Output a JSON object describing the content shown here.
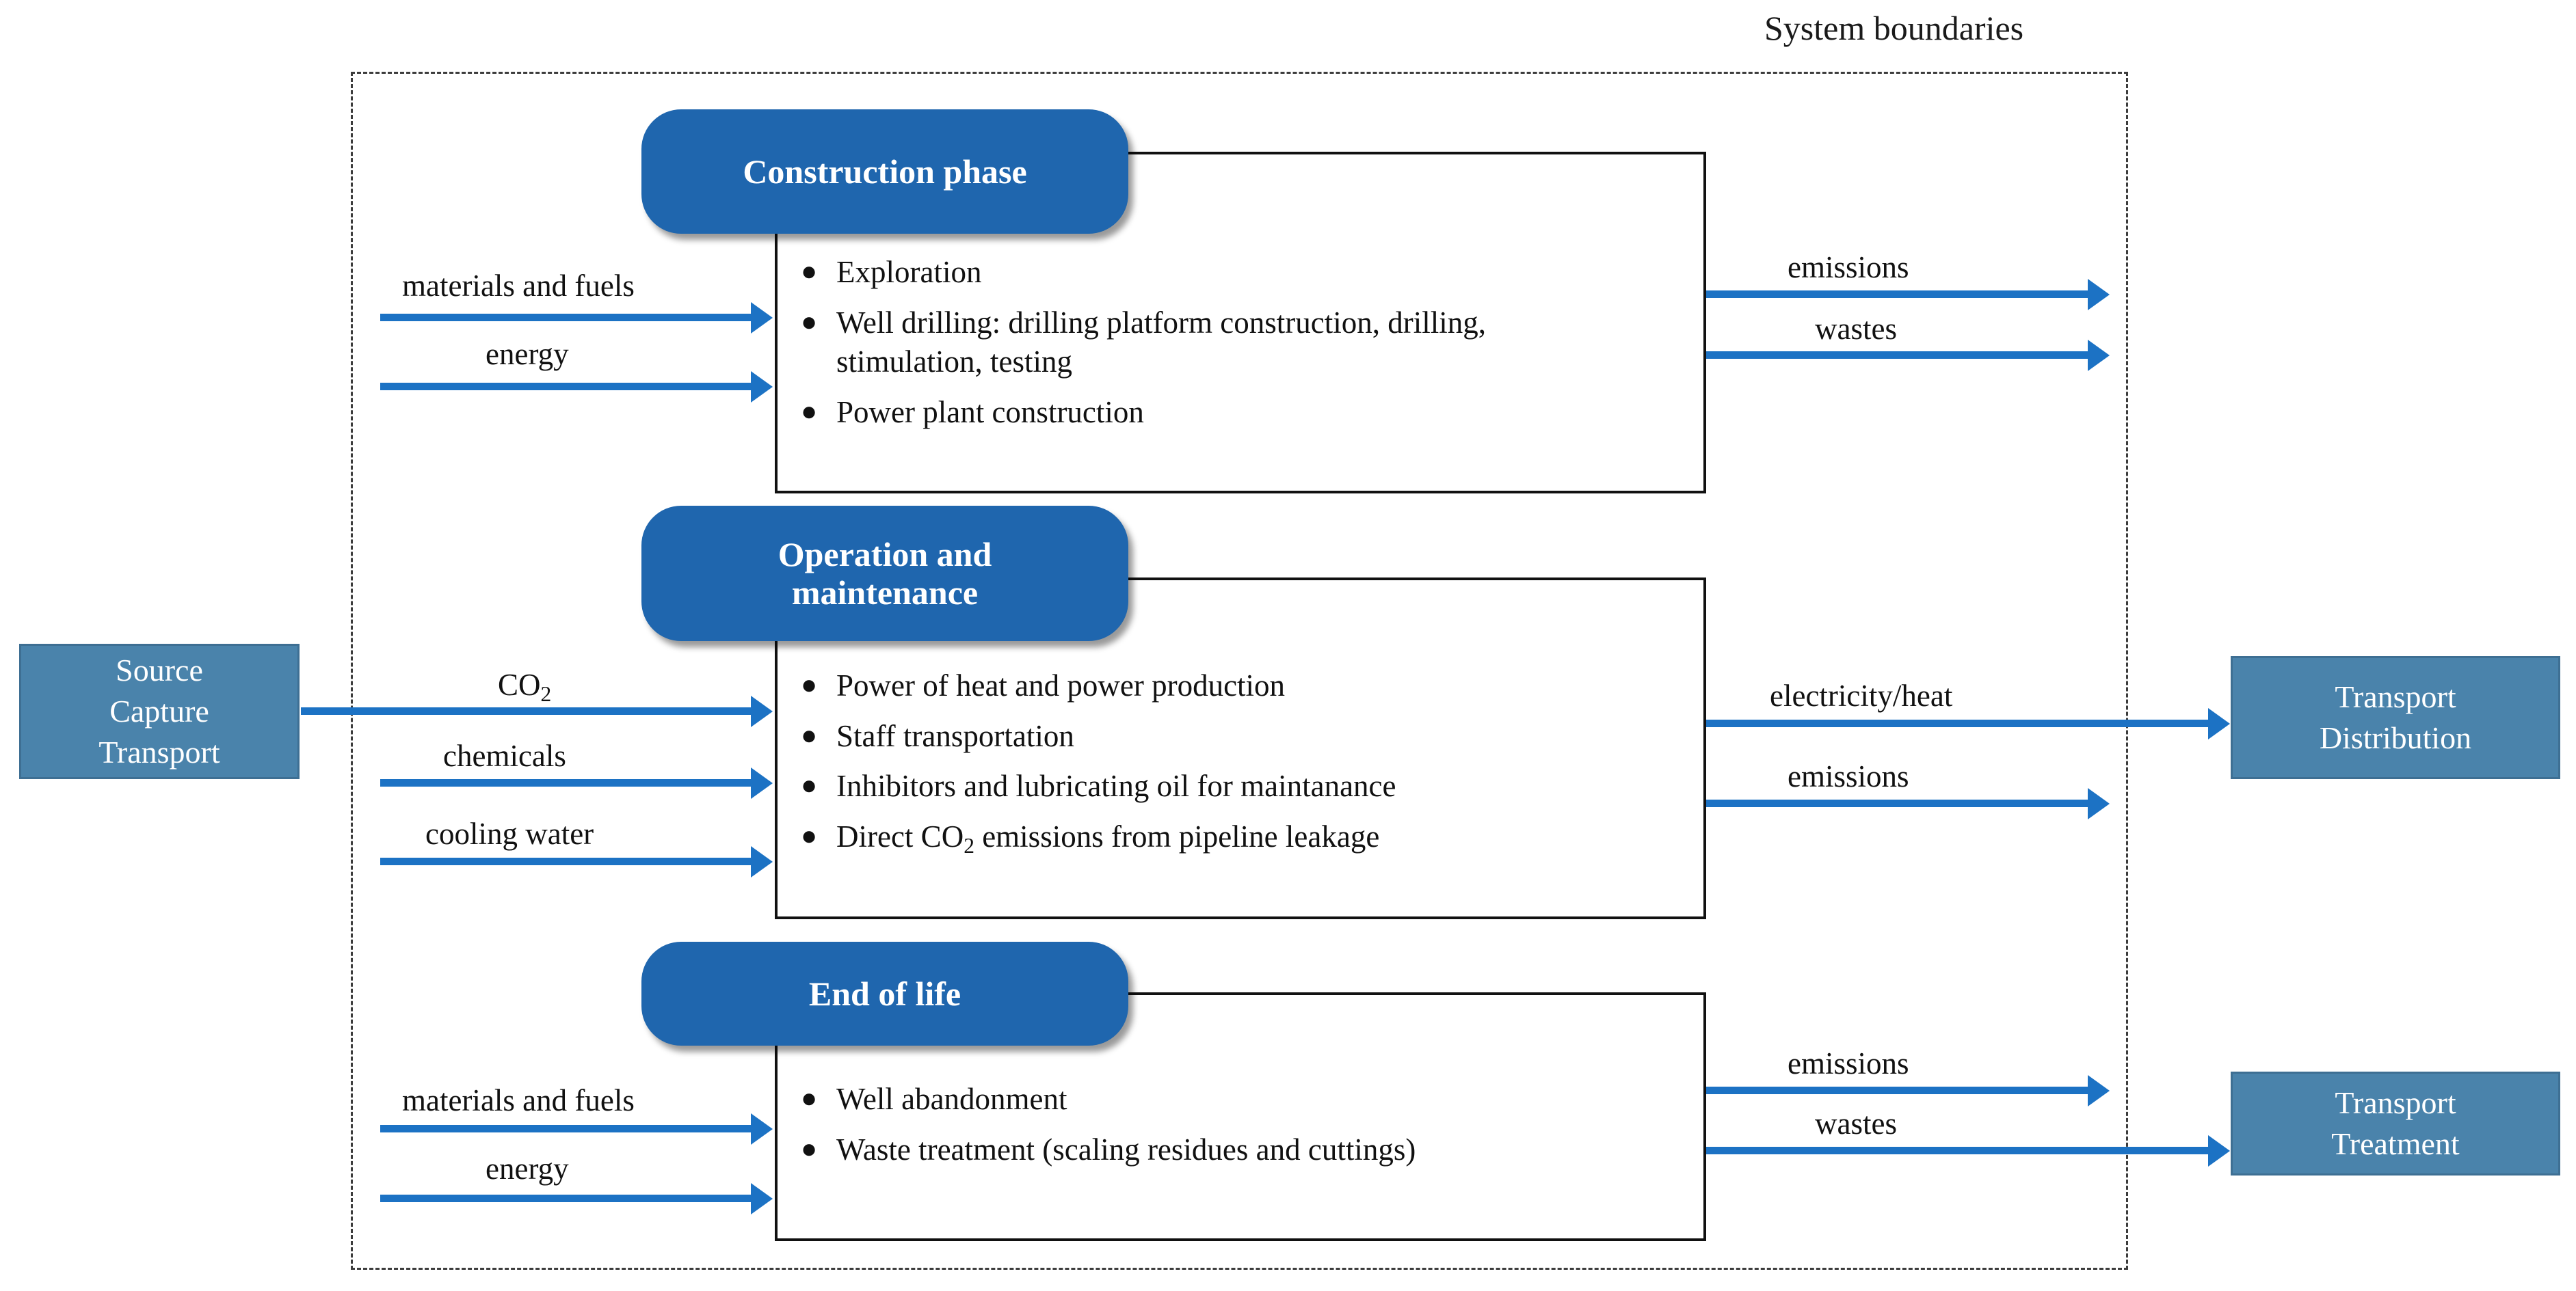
{
  "diagram": {
    "boundary_label": "System boundaries",
    "left_box": {
      "lines": [
        "Source",
        "Capture",
        "Transport"
      ]
    },
    "right_boxes": [
      {
        "name": "transport-distribution",
        "lines": [
          "Transport",
          "Distribution"
        ]
      },
      {
        "name": "transport-treatment",
        "lines": [
          "Transport",
          "Treatment"
        ]
      }
    ],
    "phases": [
      {
        "id": "construction",
        "title": "Construction phase",
        "title_lines": [
          "Construction phase"
        ],
        "bullets": [
          "Exploration",
          "Well drilling: drilling platform construction, drilling, stimulation, testing",
          "Power plant construction"
        ],
        "inputs": [
          "materials and fuels",
          "energy"
        ],
        "outputs": [
          "emissions",
          "wastes"
        ]
      },
      {
        "id": "operation",
        "title": "Operation and maintenance",
        "title_lines": [
          "Operation and",
          "maintenance"
        ],
        "bullets": [
          "Power of heat and power production",
          "Staff transportation",
          "Inhibitors and lubricating oil for maintanance",
          "Direct CO2 emissions from pipeline leakage"
        ],
        "inputs": [
          "CO2",
          "chemicals",
          "cooling water"
        ],
        "outputs": [
          "electricity/heat",
          "emissions"
        ]
      },
      {
        "id": "end-of-life",
        "title": "End of life",
        "title_lines": [
          "End of life"
        ],
        "bullets": [
          "Well abandonment",
          "Waste treatment (scaling residues and cuttings)"
        ],
        "inputs": [
          "materials and fuels",
          "energy"
        ],
        "outputs": [
          "emissions",
          "wastes"
        ]
      }
    ],
    "colors": {
      "pill_blue": "#1f66ae",
      "side_box_blue": "#4a83ab",
      "arrow_blue": "#1c72c4",
      "boundary_dash": "#3c3c3c"
    }
  }
}
